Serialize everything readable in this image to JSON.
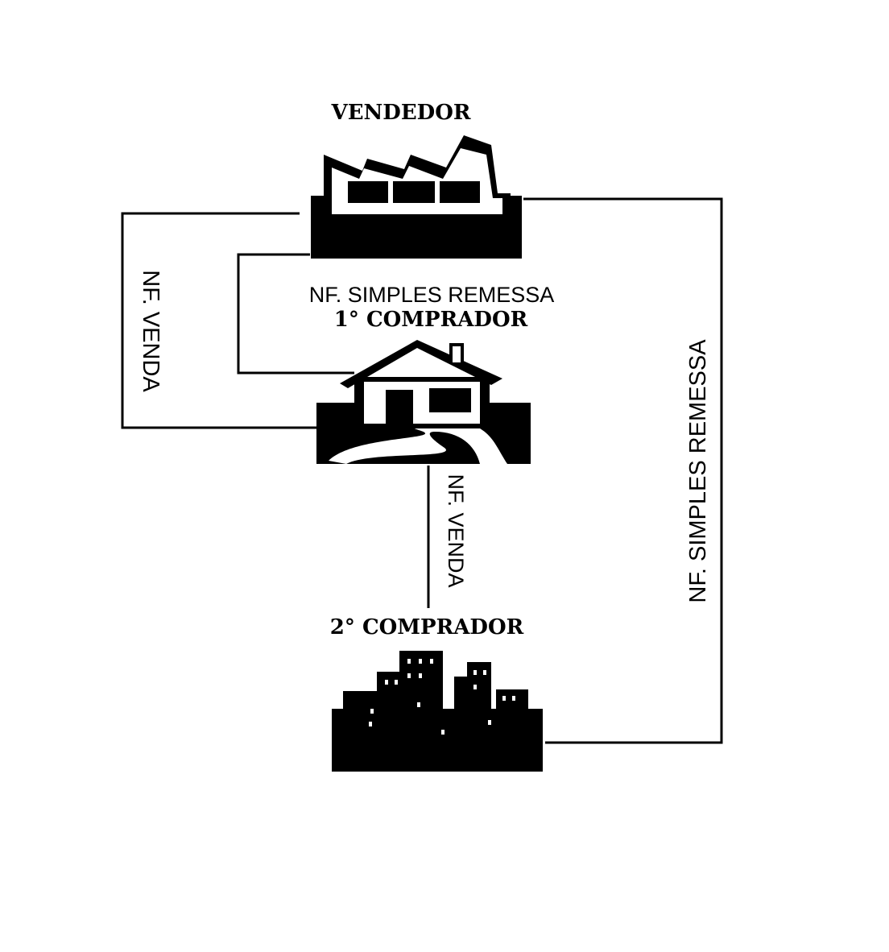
{
  "nodes": {
    "seller": {
      "label": "VENDEDOR",
      "icon": "factory-icon"
    },
    "first_buyer": {
      "label": "1° COMPRADOR",
      "icon": "house-icon"
    },
    "second_buyer": {
      "label": "2° COMPRADOR",
      "icon": "city-buildings-icon"
    }
  },
  "edges": {
    "seller_to_first_sale": {
      "label": "NF. VENDA"
    },
    "seller_to_first_shipment": {
      "label": "NF. SIMPLES REMESSA"
    },
    "first_to_second_sale": {
      "label": "NF. VENDA"
    },
    "seller_to_second_shipment": {
      "label": "NF. SIMPLES REMESSA"
    }
  },
  "colors": {
    "ink": "#000000",
    "paper": "#ffffff"
  }
}
